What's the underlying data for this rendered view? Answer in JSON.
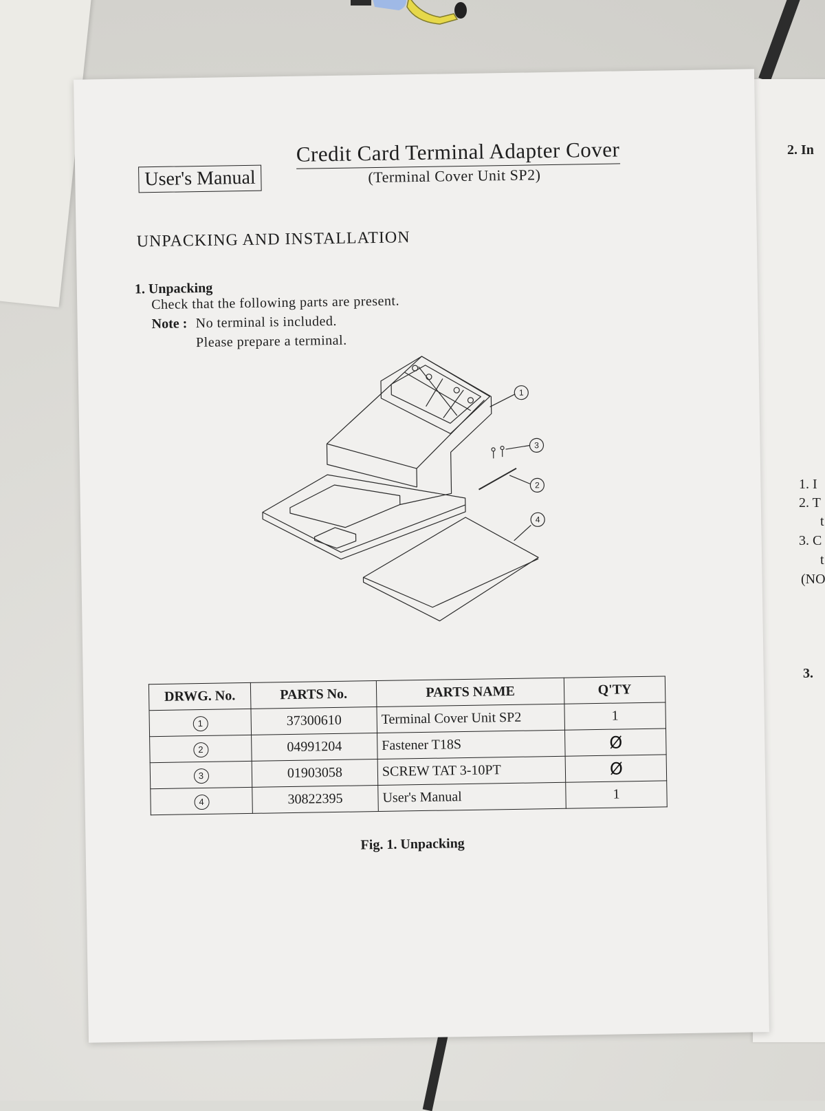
{
  "header": {
    "manual_label": "User's Manual",
    "title": "Credit Card Terminal Adapter Cover",
    "subtitle": "(Terminal Cover Unit SP2)"
  },
  "section": {
    "title": "UNPACKING AND INSTALLATION",
    "step_title": "1. Unpacking",
    "step_text": "Check that the following parts are present.",
    "note_label": "Note :",
    "note_line1": "No terminal is included.",
    "note_line2": "Please prepare a terminal."
  },
  "figure": {
    "callouts": [
      "1",
      "3",
      "2",
      "4"
    ]
  },
  "parts_table": {
    "headers": [
      "DRWG. No.",
      "PARTS No.",
      "PARTS NAME",
      "Q'TY"
    ],
    "rows": [
      {
        "drwg": "1",
        "parts_no": "37300610",
        "name": "Terminal Cover Unit SP2",
        "qty": "1"
      },
      {
        "drwg": "2",
        "parts_no": "04991204",
        "name": "Fastener T18S",
        "qty": "Ø"
      },
      {
        "drwg": "3",
        "parts_no": "01903058",
        "name": "SCREW TAT 3-10PT",
        "qty": "Ø"
      },
      {
        "drwg": "4",
        "parts_no": "30822395",
        "name": "User's Manual",
        "qty": "1"
      }
    ]
  },
  "caption": "Fig. 1. Unpacking",
  "right_page": {
    "heading": "2. In",
    "item1": "1. I",
    "item2": "2. T",
    "item2b": "t",
    "item3": "3. C",
    "item3b": "t",
    "note": "(NO",
    "section3": "3."
  }
}
